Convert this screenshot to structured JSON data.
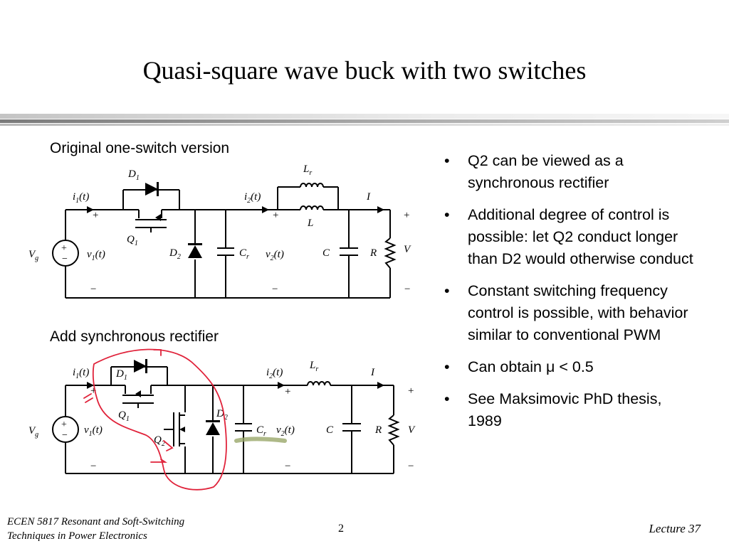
{
  "slide": {
    "title": "Quasi-square wave buck with two switches",
    "page_number": "2"
  },
  "colors": {
    "rule_dark": "#8c8c8c",
    "rule_light": "#d6d6d6",
    "annotation_red": "#e0223a",
    "annotation_highlight": "#9aa86a"
  },
  "sections": {
    "top_label": "Original one-switch version",
    "bottom_label": "Add synchronous rectifier"
  },
  "bullets": [
    "Q2 can be viewed as a synchronous rectifier",
    "Additional degree of control is possible: let Q2 conduct longer than D2 would otherwise conduct",
    "Constant switching frequency control is possible, with behavior similar to conventional PWM",
    "Can obtain μ < 0.5",
    "See Maksimovic PhD thesis, 1989"
  ],
  "footer": {
    "course_line1": "ECEN 5817  Resonant and Soft-Switching",
    "course_line2": "Techniques in Power Electronics",
    "lecture": "Lecture 37"
  }
}
